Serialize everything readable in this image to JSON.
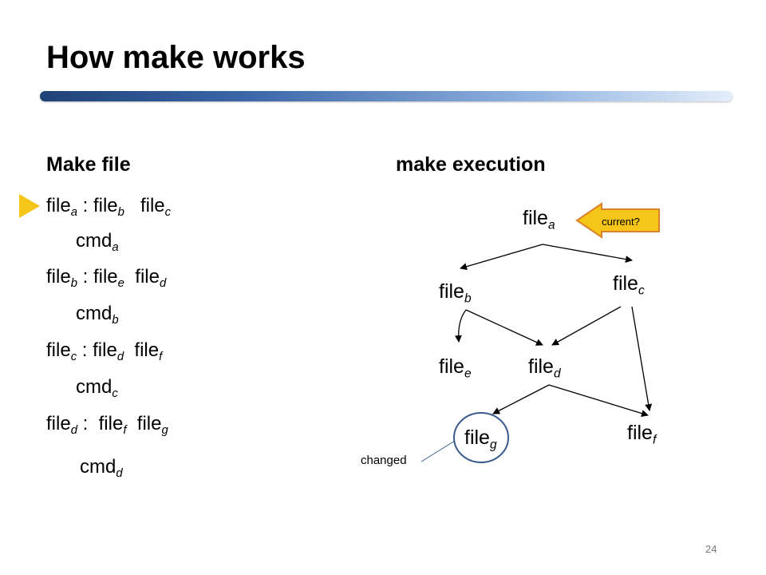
{
  "slide": {
    "title": "How make works",
    "page_number": "24",
    "bullet_color": "#f5c518",
    "title_bar_colors": [
      "#1f4278",
      "#8eb1e0"
    ]
  },
  "makefile": {
    "heading": "Make file",
    "lines": [
      {
        "parts": [
          {
            "t": "file"
          },
          {
            "s": "a"
          },
          {
            "t": " : file"
          },
          {
            "s": "b"
          },
          {
            "t": "   file"
          },
          {
            "s": "c"
          }
        ]
      },
      {
        "parts": [
          {
            "t": "cmd"
          },
          {
            "s": "a"
          }
        ]
      },
      {
        "parts": [
          {
            "t": "file"
          },
          {
            "s": "b"
          },
          {
            "t": " : file"
          },
          {
            "s": "e"
          },
          {
            "t": "  file"
          },
          {
            "s": "d"
          }
        ]
      },
      {
        "parts": [
          {
            "t": "cmd"
          },
          {
            "s": "b"
          }
        ]
      },
      {
        "parts": [
          {
            "t": "file"
          },
          {
            "s": "c"
          },
          {
            "t": " : file"
          },
          {
            "s": "d"
          },
          {
            "t": "  file"
          },
          {
            "s": "f"
          }
        ]
      },
      {
        "parts": [
          {
            "t": "cmd"
          },
          {
            "s": "c"
          }
        ]
      },
      {
        "parts": [
          {
            "t": "file"
          },
          {
            "s": "d"
          },
          {
            "t": " :  file"
          },
          {
            "s": "f"
          },
          {
            "t": "  file"
          },
          {
            "s": "g"
          }
        ]
      },
      {
        "parts": [
          {
            "t": "cmd"
          },
          {
            "s": "d"
          }
        ]
      }
    ]
  },
  "execution": {
    "heading": "make execution",
    "nodes": {
      "a": {
        "base": "file",
        "sub": "a"
      },
      "b": {
        "base": "file",
        "sub": "b"
      },
      "c": {
        "base": "file",
        "sub": "c"
      },
      "e": {
        "base": "file",
        "sub": "e"
      },
      "d": {
        "base": "file",
        "sub": "d"
      },
      "g": {
        "base": "file",
        "sub": "g"
      },
      "f": {
        "base": "file",
        "sub": "f"
      }
    },
    "current_label": "current?",
    "current_arrow_color": "#f5c518",
    "current_arrow_border": "#d9822b",
    "changed_label": "changed",
    "changed_node_color": "#3a5a8c"
  }
}
